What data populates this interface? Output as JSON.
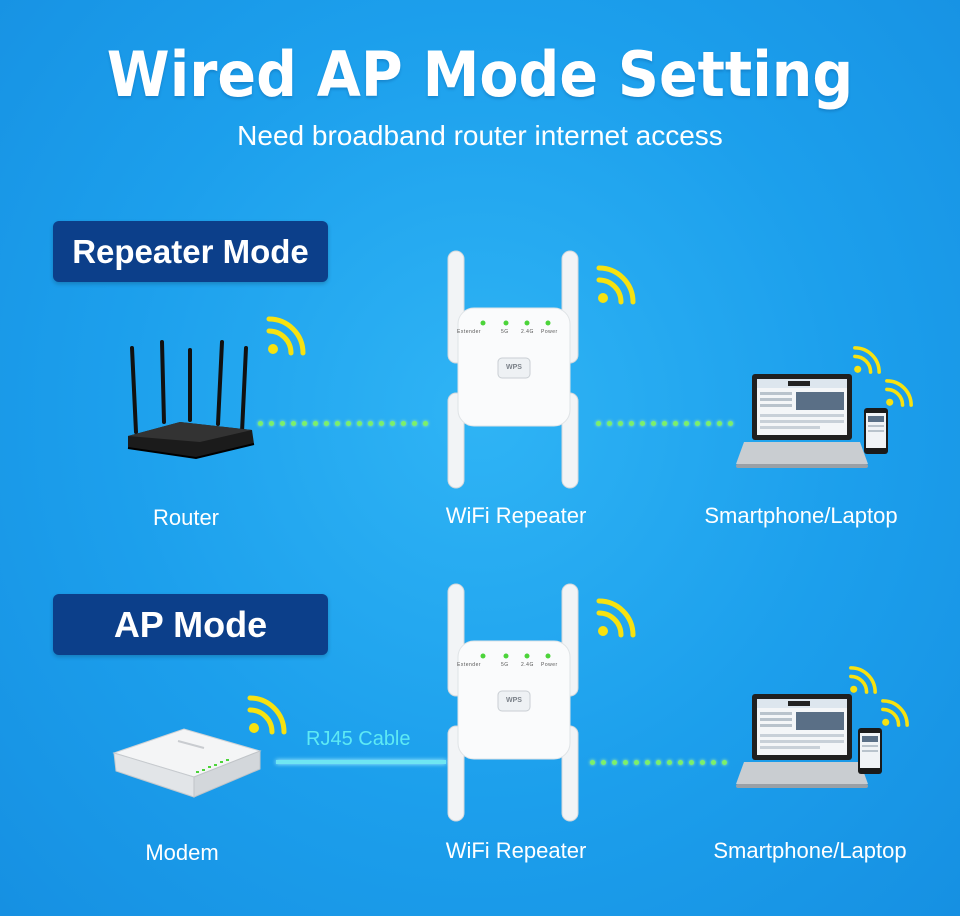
{
  "header": {
    "title": "Wired AP Mode Setting",
    "subtitle": "Need broadband router internet access"
  },
  "repeater_mode": {
    "badge": "Repeater Mode",
    "router_label": "Router",
    "repeater_label": "WiFi Repeater",
    "client_label": "Smartphone/Laptop"
  },
  "ap_mode": {
    "badge": "AP Mode",
    "modem_label": "Modem",
    "cable_label": "RJ45 Cable",
    "repeater_label": "WiFi Repeater",
    "client_label": "Smartphone/Laptop"
  },
  "device": {
    "leds": [
      "Extender",
      "5G",
      "2.4G",
      "Power"
    ],
    "button": "WPS"
  },
  "colors": {
    "background": "#1c9fec",
    "badge": "#0c3f8a",
    "wifi_icon": "#f7e210",
    "link_dots": "#7cf06a",
    "cable": "#6fe6f2"
  }
}
